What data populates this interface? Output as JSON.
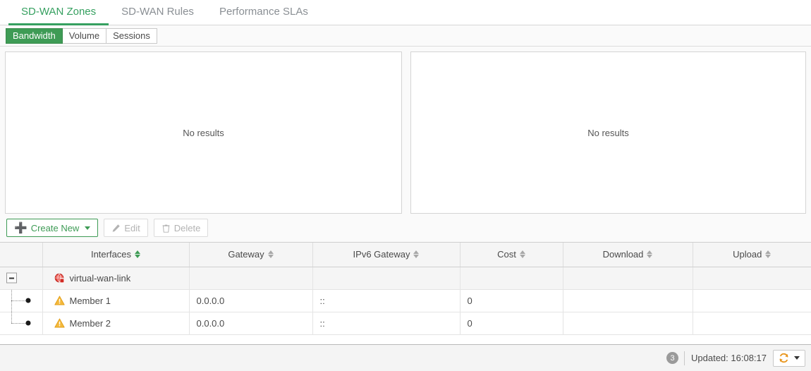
{
  "topnav": {
    "tabs": [
      {
        "label": "SD-WAN Zones",
        "active": true
      },
      {
        "label": "SD-WAN Rules",
        "active": false
      },
      {
        "label": "Performance SLAs",
        "active": false
      }
    ]
  },
  "subtabs": {
    "items": [
      {
        "label": "Bandwidth",
        "active": true
      },
      {
        "label": "Volume",
        "active": false
      },
      {
        "label": "Sessions",
        "active": false
      }
    ]
  },
  "panels": {
    "left": {
      "empty_text": "No results"
    },
    "right": {
      "empty_text": "No results"
    }
  },
  "toolbar": {
    "create_new_label": "Create New",
    "edit_label": "Edit",
    "delete_label": "Delete"
  },
  "table": {
    "columns": [
      {
        "label": "",
        "sortable": false,
        "sort_active": false
      },
      {
        "label": "Interfaces",
        "sortable": true,
        "sort_active": true
      },
      {
        "label": "Gateway",
        "sortable": true,
        "sort_active": false
      },
      {
        "label": "IPv6 Gateway",
        "sortable": true,
        "sort_active": false
      },
      {
        "label": "Cost",
        "sortable": true,
        "sort_active": false
      },
      {
        "label": "Download",
        "sortable": true,
        "sort_active": false
      },
      {
        "label": "Upload",
        "sortable": true,
        "sort_active": false
      }
    ],
    "rows": [
      {
        "type": "group",
        "icon": "globe-red-icon",
        "name": "virtual-wan-link",
        "gateway": "",
        "ipv6_gateway": "",
        "cost": "",
        "download": "",
        "upload": ""
      },
      {
        "type": "child",
        "icon": "warning-triangle-icon",
        "name": "Member 1",
        "gateway": "0.0.0.0",
        "ipv6_gateway": "::",
        "cost": "0",
        "download": "",
        "upload": ""
      },
      {
        "type": "child",
        "icon": "warning-triangle-icon",
        "name": "Member 2",
        "gateway": "0.0.0.0",
        "ipv6_gateway": "::",
        "cost": "0",
        "download": "",
        "upload": ""
      }
    ]
  },
  "footer": {
    "notification_count": "3",
    "updated_label": "Updated: 16:08:17"
  },
  "colors": {
    "accent_green": "#3e9b55",
    "tab_active_green": "#36a060",
    "warning_amber": "#f2b01e",
    "error_red": "#d9302a",
    "refresh_orange": "#e8941a"
  }
}
